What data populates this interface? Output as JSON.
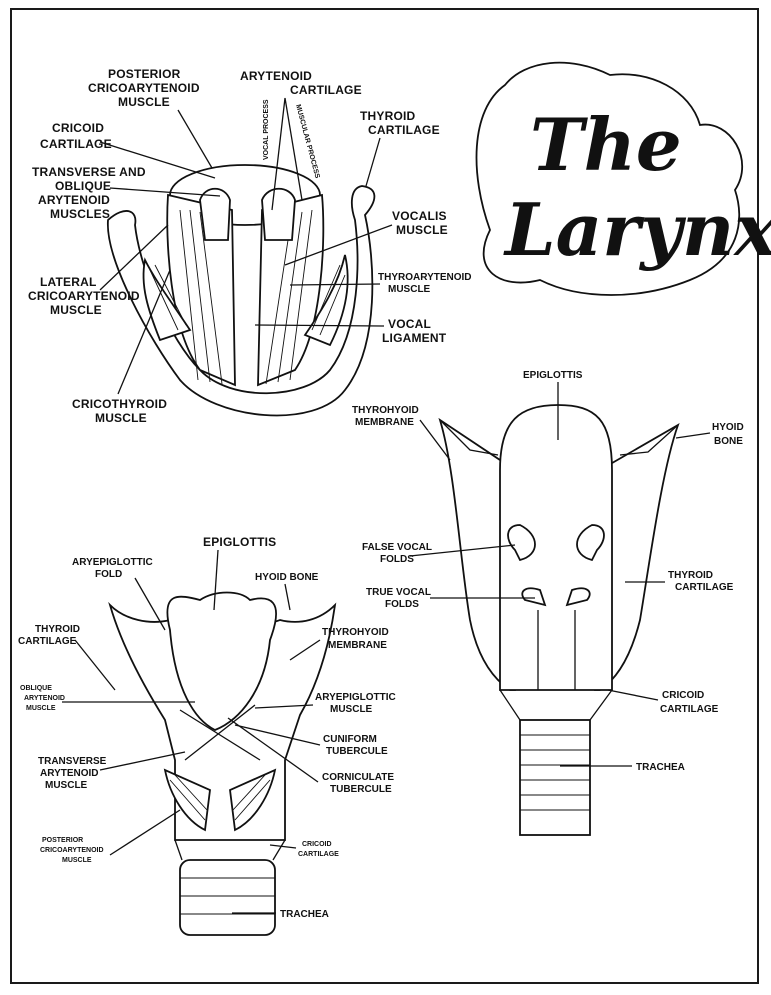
{
  "title": {
    "line1": "The",
    "line2": "Larynx"
  },
  "diagram_top": {
    "posterior_cricoarytenoid": [
      "POSTERIOR",
      "CRICOARYTENOID",
      "MUSCLE"
    ],
    "arytenoid_cartilage": [
      "ARYTENOID",
      "CARTILAGE"
    ],
    "vocal_process": "VOCAL PROCESS",
    "muscular_process": "MUSCULAR PROCESS",
    "cricoid_cartilage": [
      "CRICOID",
      "CARTILAGE"
    ],
    "thyroid_cartilage": [
      "THYROID",
      "CARTILAGE"
    ],
    "transverse_oblique": [
      "TRANSVERSE AND",
      "OBLIQUE",
      "ARYTENOID",
      "MUSCLES"
    ],
    "vocalis": [
      "VOCALIS",
      "MUSCLE"
    ],
    "lateral_cricoarytenoid": [
      "LATERAL",
      "CRICOARYTENOID",
      "MUSCLE"
    ],
    "thyroarytenoid": [
      "THYROARYTENOID",
      "MUSCLE"
    ],
    "vocal_ligament": [
      "VOCAL",
      "LIGAMENT"
    ],
    "cricothyroid": [
      "CRICOTHYROID",
      "MUSCLE"
    ]
  },
  "diagram_right": {
    "epiglottis": "EPIGLOTTIS",
    "thyrohyoid_membrane": [
      "THYROHYOID",
      "MEMBRANE"
    ],
    "hyoid_bone": [
      "HYOID",
      "BONE"
    ],
    "false_vocal_folds": [
      "FALSE VOCAL",
      "FOLDS"
    ],
    "true_vocal_folds": [
      "TRUE VOCAL",
      "FOLDS"
    ],
    "thyroid_cartilage": [
      "THYROID",
      "CARTILAGE"
    ],
    "cricoid_cartilage": [
      "CRICOID",
      "CARTILAGE"
    ],
    "trachea": "TRACHEA"
  },
  "diagram_left": {
    "epiglottis": "EPIGLOTTIS",
    "aryepiglottic_fold": [
      "ARYEPIGLOTTIC",
      "FOLD"
    ],
    "hyoid_bone": "HYOID BONE",
    "thyroid_cartilage": [
      "THYROID",
      "CARTILAGE"
    ],
    "thyrohyoid_membrane": [
      "THYROHYOID",
      "MEMBRANE"
    ],
    "oblique_arytenoid": [
      "OBLIQUE",
      "ARYTENOID",
      "MUSCLE"
    ],
    "aryepiglottic_muscle": [
      "ARYEPIGLOTTIC",
      "MUSCLE"
    ],
    "cuniform_tubercule": [
      "CUNIFORM",
      "TUBERCULE"
    ],
    "transverse_arytenoid": [
      "TRANSVERSE",
      "ARYTENOID",
      "MUSCLE"
    ],
    "corniculate_tubercule": [
      "CORNICULATE",
      "TUBERCULE"
    ],
    "posterior_cricoarytenoid": [
      "POSTERIOR",
      "CRICOARYTENOID",
      "MUSCLE"
    ],
    "cricoid_cartilage": [
      "CRICOID",
      "CARTILAGE"
    ],
    "trachea": "TRACHEA"
  }
}
